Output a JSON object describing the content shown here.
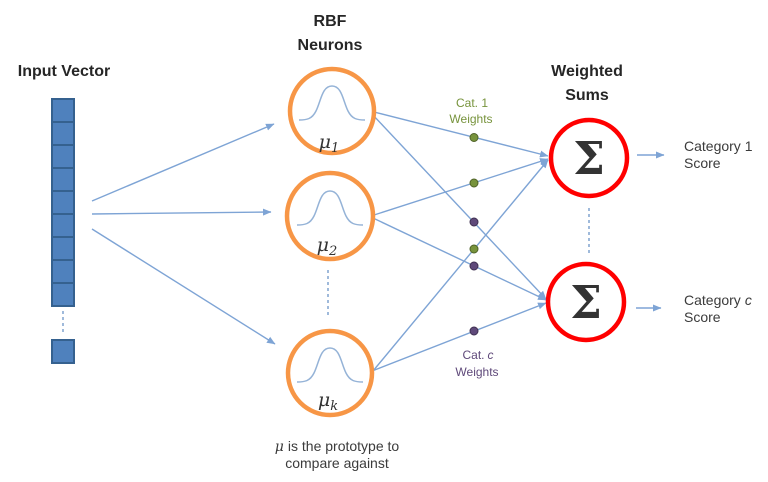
{
  "input": {
    "title": "Input Vector",
    "cell_count": 9,
    "extra_cell_count": 1
  },
  "neurons": {
    "title_line1": "RBF",
    "title_line2": "Neurons",
    "items": [
      {
        "symbol": "μ",
        "subscript": "1"
      },
      {
        "symbol": "μ",
        "subscript": "2"
      },
      {
        "symbol": "μ",
        "subscript": "k"
      }
    ],
    "caption_symbol": "μ",
    "caption_line1_rest": "is the prototype to",
    "caption_line2": "compare against"
  },
  "weights": {
    "cat1": {
      "line1": "Cat. 1",
      "line2": "Weights"
    },
    "catc": {
      "prefix": "Cat.",
      "variable": "c",
      "line2": "Weights"
    }
  },
  "sums": {
    "title_line1": "Weighted",
    "title_line2": "Sums",
    "sigma": "Σ"
  },
  "outputs": {
    "cat1": {
      "line1": "Category 1",
      "line2": "Score"
    },
    "catc": {
      "prefix": "Category",
      "variable": "c",
      "line2": "Score"
    }
  },
  "colors": {
    "cell_fill": "#4F81BD",
    "cell_stroke": "#35618F",
    "neuron_stroke": "#F79646",
    "sum_stroke": "#FF0000",
    "connector_blue": "#7EA4D5",
    "light_blue": "#95B3D7",
    "green": "#77933C",
    "green_dark": "#4F6228",
    "purple": "#5F497A",
    "purple_dark": "#3F3151",
    "text_dark": "#333333"
  }
}
